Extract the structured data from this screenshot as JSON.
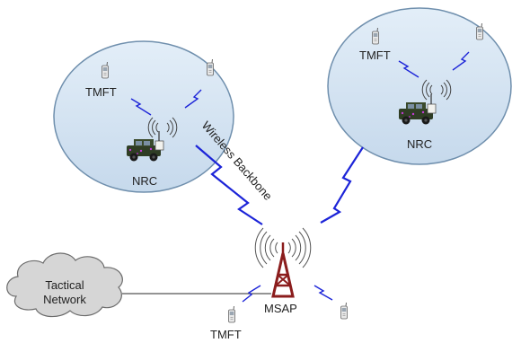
{
  "labels": {
    "tmft_left": "TMFT",
    "tmft_right": "TMFT",
    "tmft_bottom": "TMFT",
    "nrc_left": "NRC",
    "nrc_right": "NRC",
    "msap": "MSAP",
    "backbone": "Wireless Backbone",
    "cloud_line1": "Tactical",
    "cloud_line2": "Network"
  },
  "colors": {
    "cell_fill": "#d4e4f2",
    "cell_stroke": "#6f8fad",
    "link": "#1c24d8",
    "tower": "#8b1d1d",
    "vehicle": "#2f3d24",
    "cloud_fill": "#d6d6d6",
    "cloud_stroke": "#6c6c6c"
  }
}
